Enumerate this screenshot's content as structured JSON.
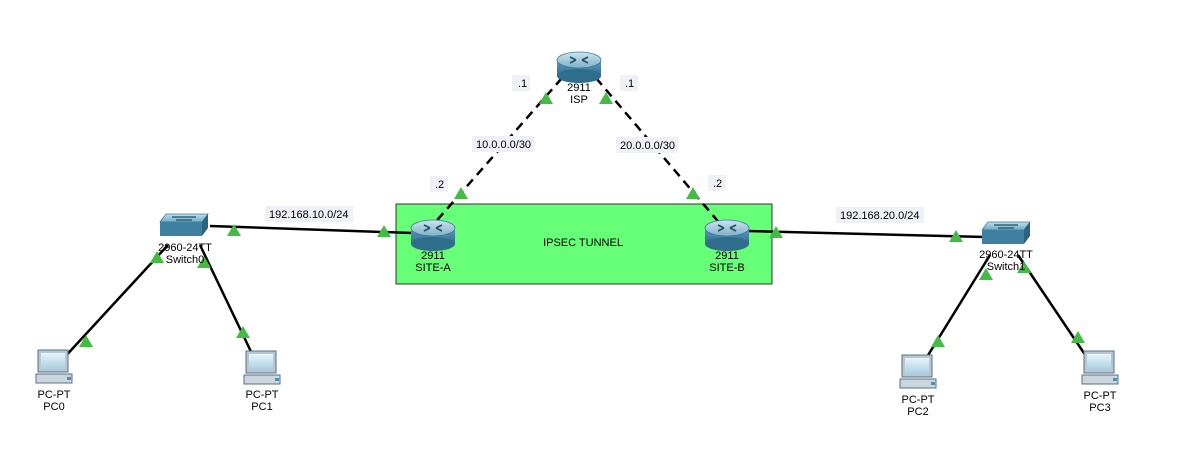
{
  "colors": {
    "tunnel_fill": "#66ff77",
    "tunnel_border": "#333333",
    "link_up": "#44bb44",
    "label_bg": "#f0f0f8",
    "router_blue": "#4f8fb0",
    "switch_blue": "#3f7fa0"
  },
  "tunnel": {
    "label": "IPSEC TUNNEL"
  },
  "devices": {
    "isp": {
      "model": "2911",
      "name": "ISP",
      "icon": "router-icon"
    },
    "site_a": {
      "model": "2911",
      "name": "SITE-A",
      "icon": "router-icon"
    },
    "site_b": {
      "model": "2911",
      "name": "SITE-B",
      "icon": "router-icon"
    },
    "switch0": {
      "model": "2960-24TT",
      "name": "Switch0",
      "icon": "switch-icon"
    },
    "switch1": {
      "model": "2960-24TT",
      "name": "Switch1",
      "icon": "switch-icon"
    },
    "pc0": {
      "model": "PC-PT",
      "name": "PC0",
      "icon": "pc-icon"
    },
    "pc1": {
      "model": "PC-PT",
      "name": "PC1",
      "icon": "pc-icon"
    },
    "pc2": {
      "model": "PC-PT",
      "name": "PC2",
      "icon": "pc-icon"
    },
    "pc3": {
      "model": "PC-PT",
      "name": "PC3",
      "icon": "pc-icon"
    }
  },
  "labels": {
    "isp_left_octet": ".1",
    "isp_right_octet": ".1",
    "net_isp_a": "10.0.0.0/30",
    "net_isp_b": "20.0.0.0/30",
    "site_a_octet": ".2",
    "site_b_octet": ".2",
    "lan_a": "192.168.10.0/24",
    "lan_b": "192.168.20.0/24"
  }
}
